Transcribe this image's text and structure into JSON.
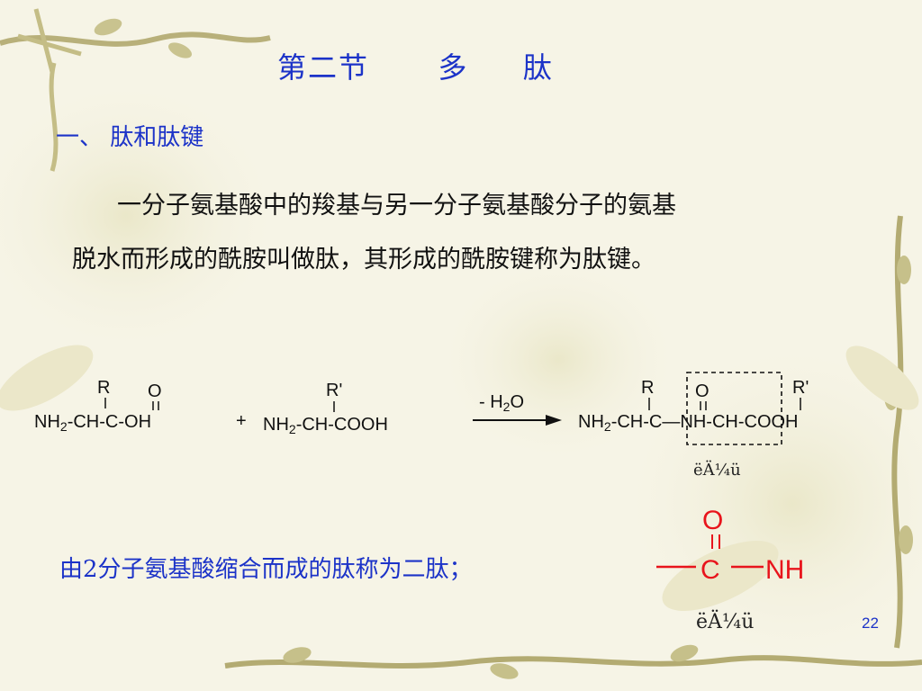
{
  "slide": {
    "title_parts": [
      "第二节",
      "多",
      "肽"
    ],
    "section_heading": "一、 肽和肽键",
    "paragraph_line1": "一分子氨基酸中的羧基与另一分子氨基酸分子的氨基",
    "paragraph_line2": "脱水而形成的酰胺叫做肽，其形成的酰胺键称为肽键。",
    "dipeptide_text": "由2分子氨基酸缩合而成的肽称为二肽；",
    "caption_reaction": "ëÄ¼ü",
    "caption_bond": "ëÄ¼ü",
    "page_number": "22"
  },
  "reaction": {
    "aa1_R": "R",
    "aa1_O": "O",
    "aa1_chain": [
      "NH",
      "2",
      "-",
      "CH",
      "-",
      "C",
      "-",
      "OH"
    ],
    "plus": "+",
    "aa2_R": "R'",
    "aa2_chain": [
      "NH",
      "2",
      "-",
      "CH",
      "-",
      "COOH"
    ],
    "arrow_label": "- H",
    "arrow_label_sub": "2",
    "arrow_label_end": "O",
    "prod_R": "R",
    "prod_O": "O",
    "prod_R2": "R'",
    "prod_chain": [
      "NH",
      "2",
      "-",
      "CH",
      "-",
      "C",
      "—NH",
      "-",
      "CH",
      "-",
      "COOH"
    ]
  },
  "bond": {
    "O": "O",
    "C": "C",
    "NH": "NH",
    "color": "#e8141c"
  },
  "colors": {
    "title_blue": "#1c33c8",
    "text": "#111111",
    "bond_red": "#e8141c"
  }
}
